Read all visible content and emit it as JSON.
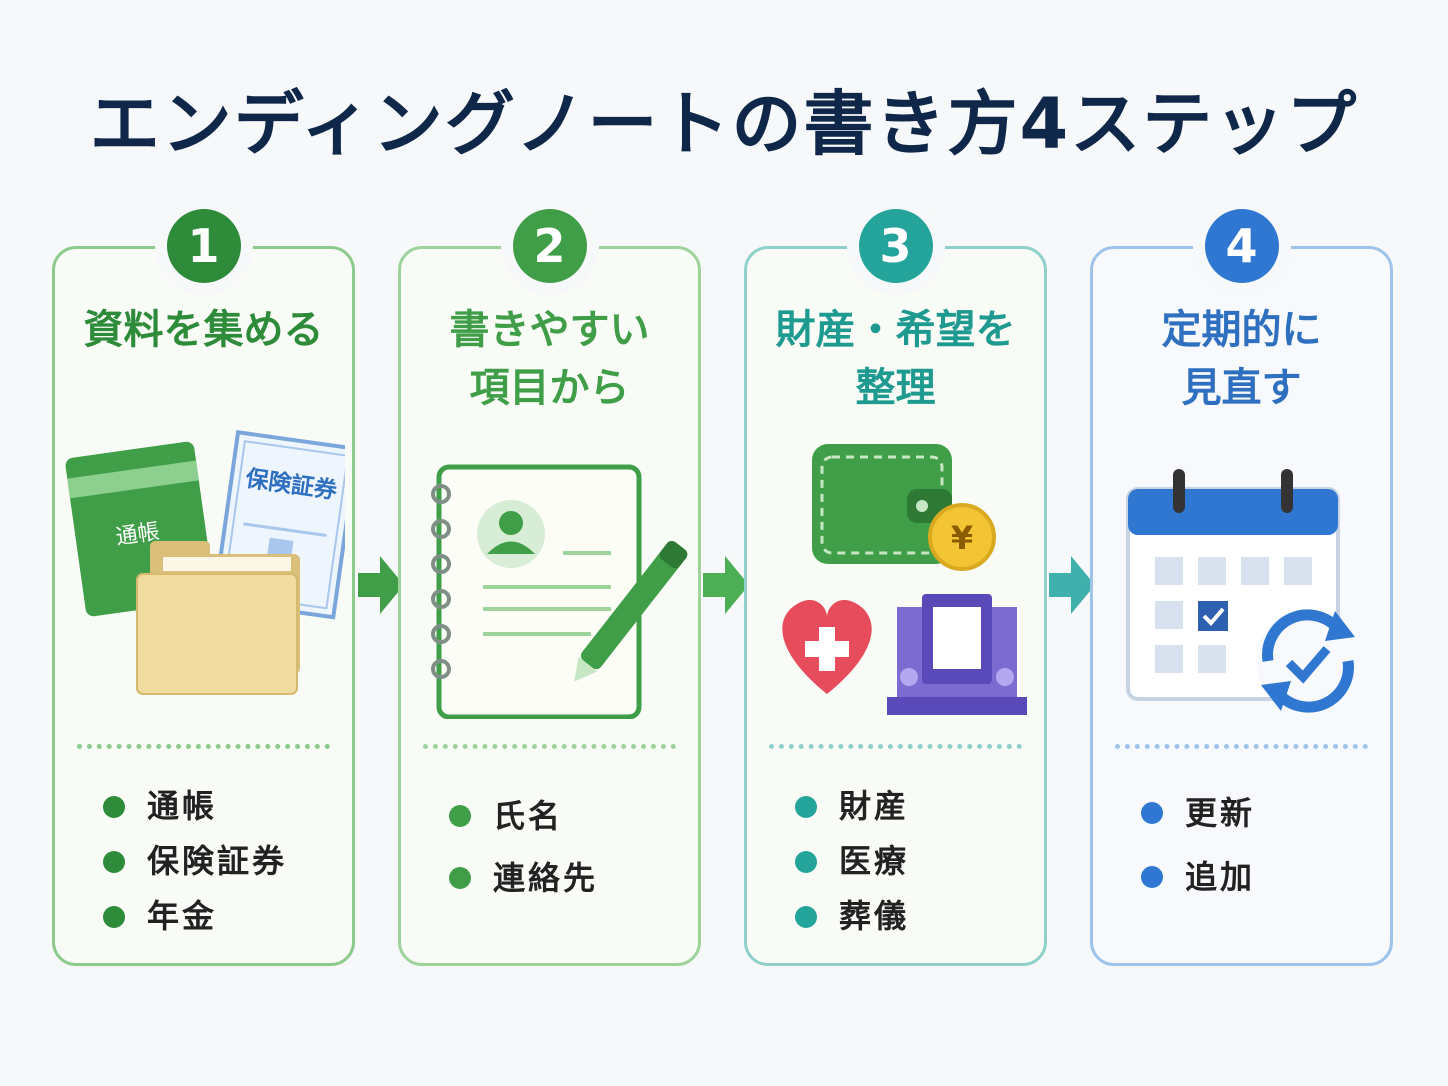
{
  "title": "エンディングノートの書き方4ステップ",
  "colors": {
    "navy": "#0f2748",
    "green_dark": "#2e8b3a",
    "green": "#4cae55",
    "teal": "#25a49c",
    "blue": "#2f77d0"
  },
  "steps": [
    {
      "number": "1",
      "title_lines": [
        "資料を集める"
      ],
      "illustration_labels": [
        "通帳",
        "保険証券"
      ],
      "items": [
        "通帳",
        "保険証券",
        "年金"
      ],
      "accent": "#2e8b3a"
    },
    {
      "number": "2",
      "title_lines": [
        "書きやすい",
        "項目から"
      ],
      "items": [
        "氏名",
        "連絡先"
      ],
      "accent": "#3f9e47"
    },
    {
      "number": "3",
      "title_lines": [
        "財産・希望を",
        "整理"
      ],
      "illustration_labels": [
        "¥"
      ],
      "items": [
        "財産",
        "医療",
        "葬儀"
      ],
      "accent": "#25a49c"
    },
    {
      "number": "4",
      "title_lines": [
        "定期的に",
        "見直す"
      ],
      "items": [
        "更新",
        "追加"
      ],
      "accent": "#2f77d0"
    }
  ],
  "icons": [
    "folder-passbook-icon",
    "notebook-pen-icon",
    "wallet-heart-altar-icon",
    "calendar-refresh-icon",
    "right-arrow-icon"
  ]
}
